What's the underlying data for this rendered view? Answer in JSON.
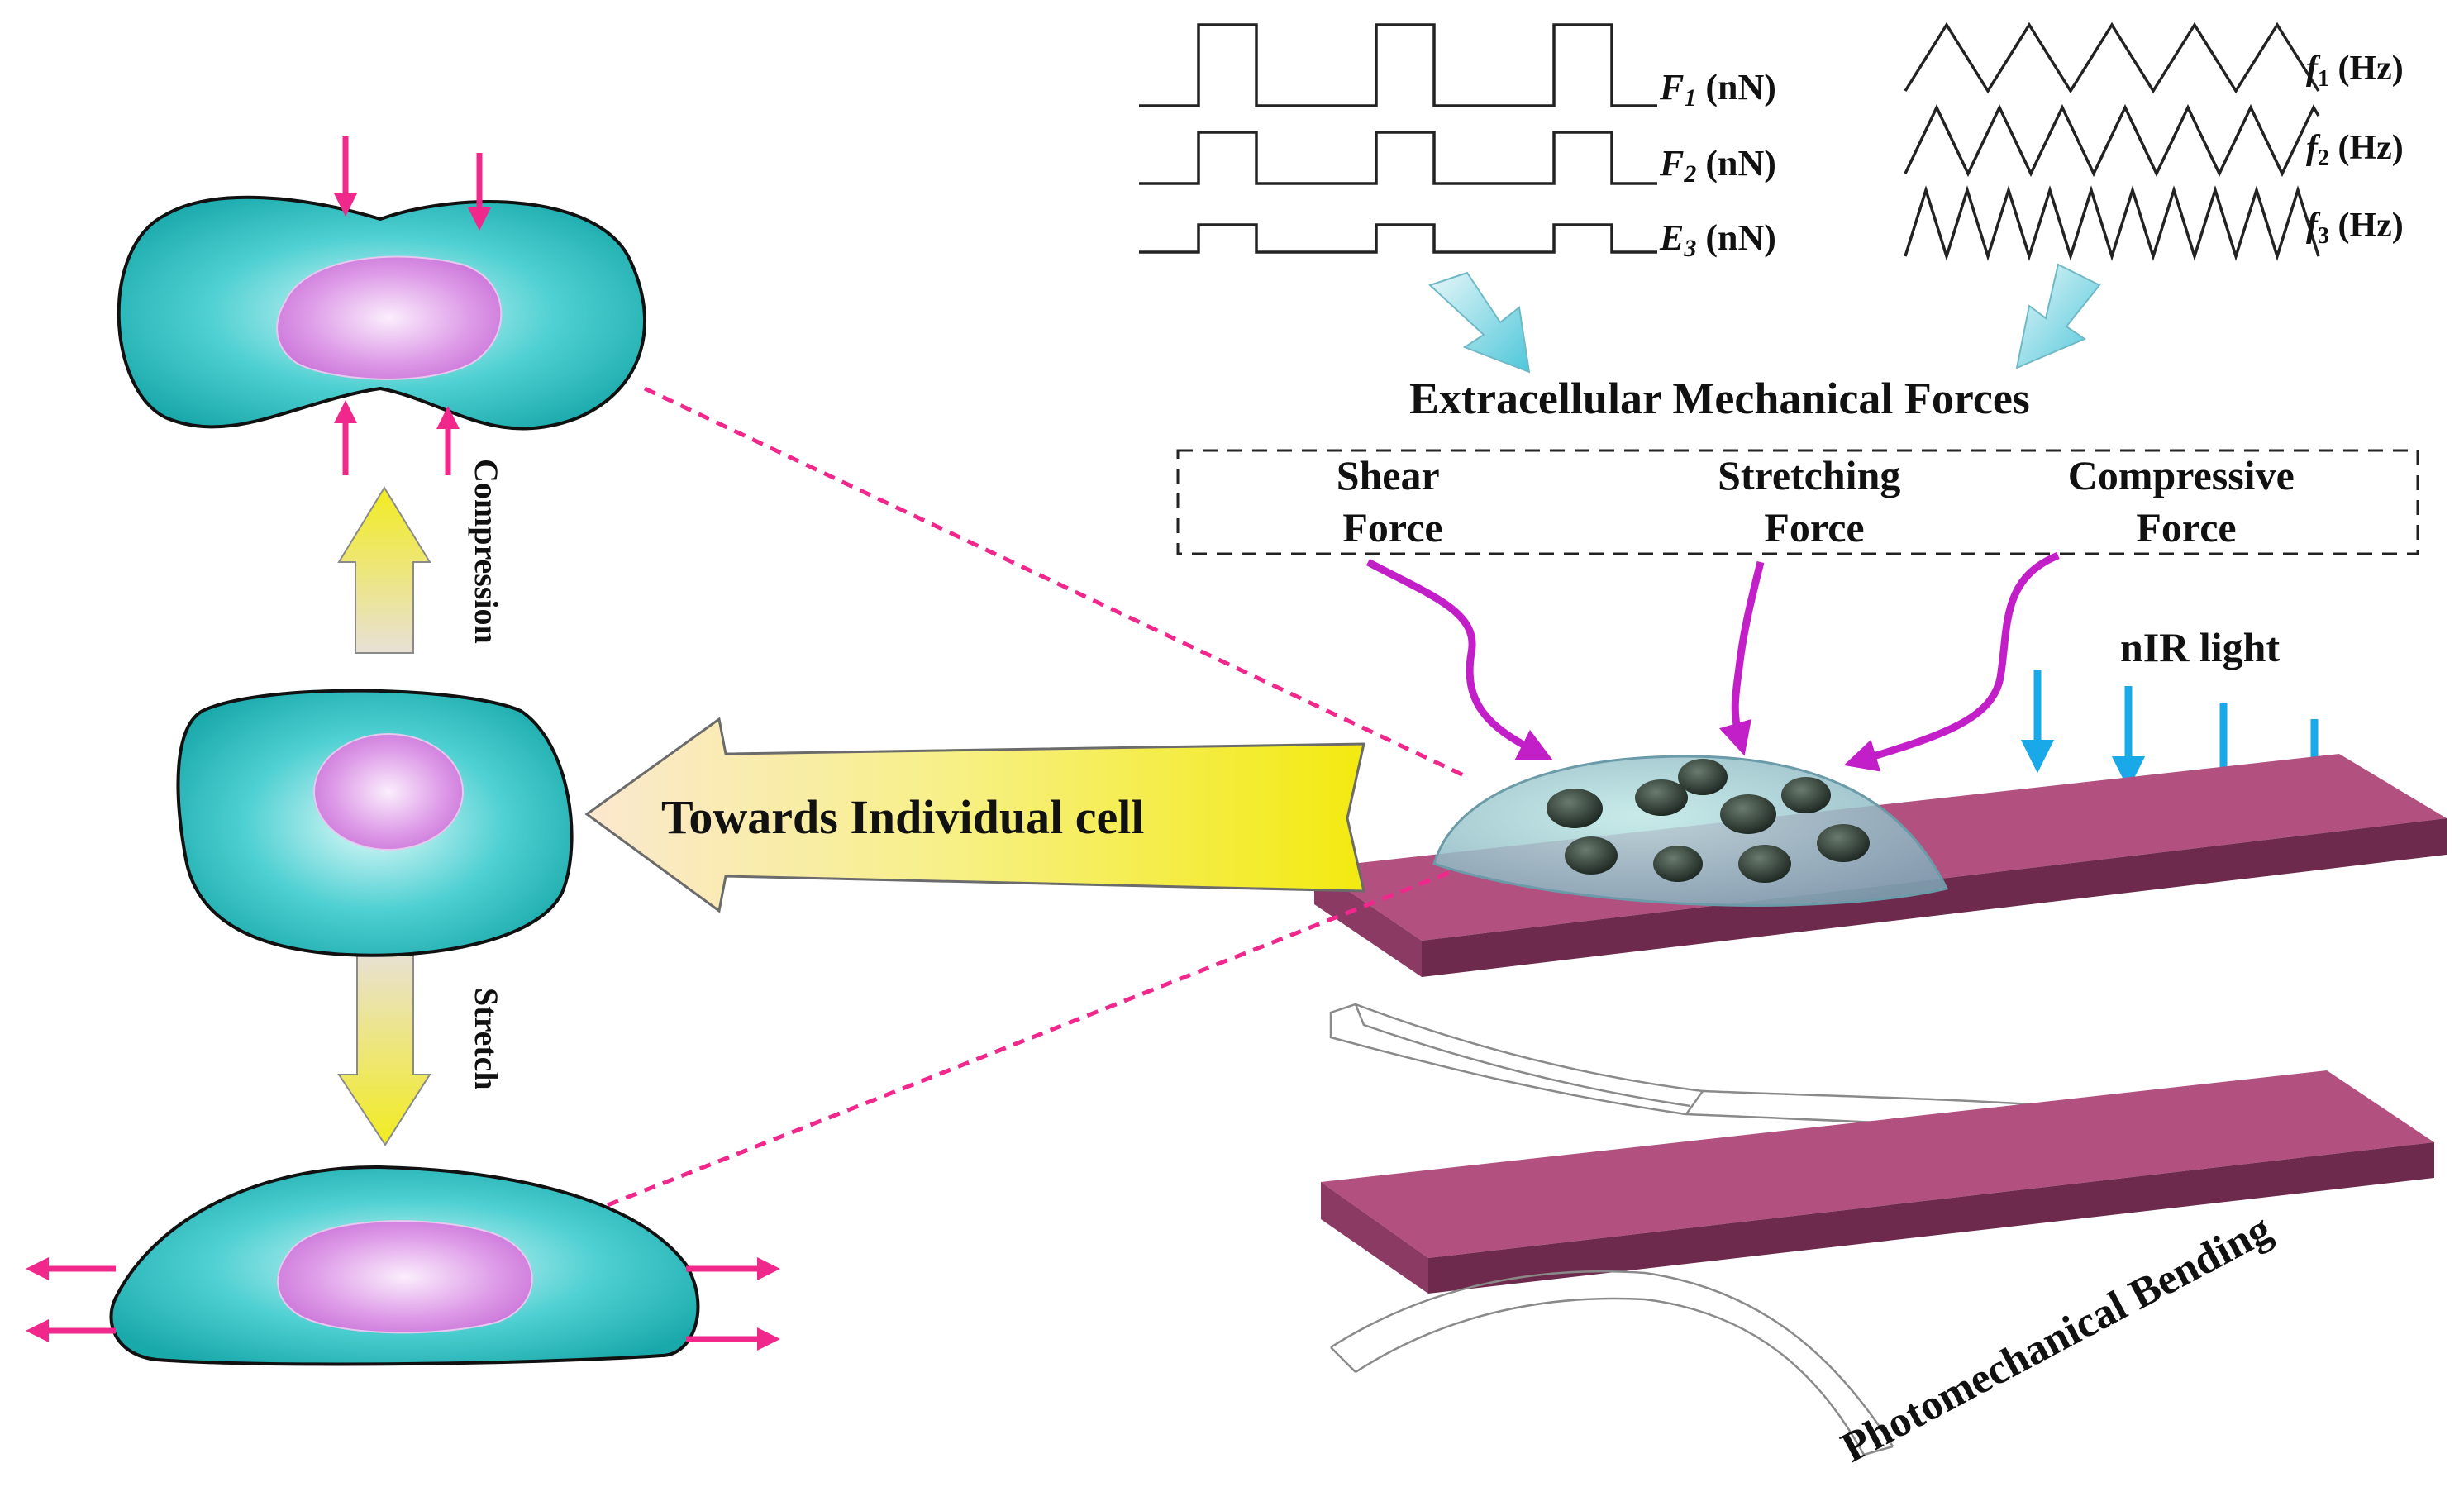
{
  "force_waves": [
    {
      "symbol": "F",
      "sub": "1",
      "unit": "(nN)"
    },
    {
      "symbol": "F",
      "sub": "2",
      "unit": "(nN)"
    },
    {
      "symbol": "E",
      "sub": "3",
      "unit": "(nN)"
    }
  ],
  "frequency_waves": [
    {
      "symbol": "f",
      "sub": "1",
      "unit": "(Hz)"
    },
    {
      "symbol": "f",
      "sub": "2",
      "unit": "(Hz)"
    },
    {
      "symbol": "f",
      "sub": "3",
      "unit": "(Hz)"
    }
  ],
  "extracellular_title": "Extracellular Mechanical Forces",
  "force_types": {
    "shear": [
      "Shear",
      "Force"
    ],
    "stretching": [
      "Stretching",
      "Force"
    ],
    "compressive": [
      "Compressive",
      "Force"
    ]
  },
  "nir_label": "nIR light",
  "towards_label": "Towards Individual cell",
  "compression_label": "Compression",
  "stretch_label": "Stretch",
  "bending_label": "Photomechanical Bending",
  "colors": {
    "cell_fill": "#2ec4c6",
    "nucleus_fill": "#d58ae0",
    "pink_arrow": "#f0288c",
    "nir_arrow": "#19a8e8",
    "force_arrow": "#c21fc9",
    "substrate_top": "#b2517f",
    "substrate_side": "#7a2e55",
    "big_arrow": "#f2ee1a"
  }
}
